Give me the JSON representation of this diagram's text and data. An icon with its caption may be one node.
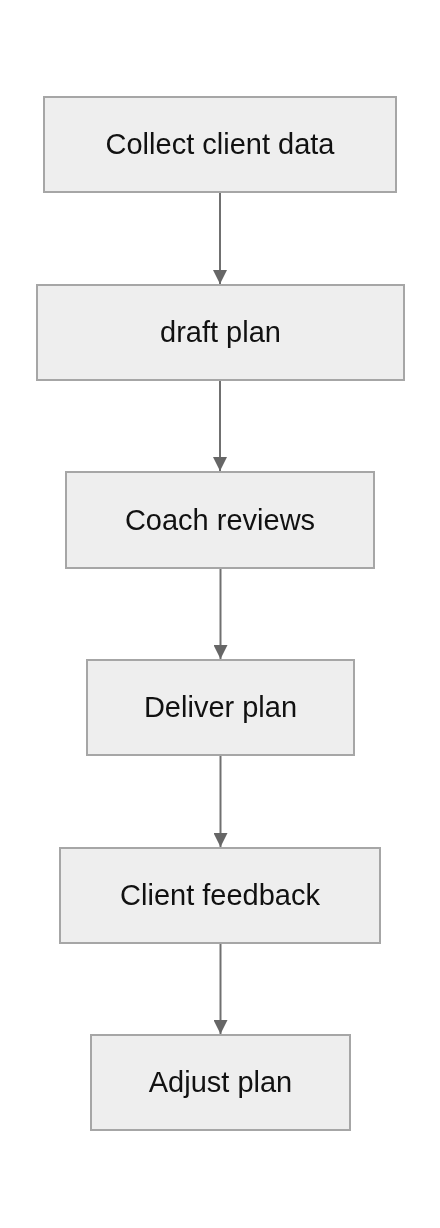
{
  "diagram": {
    "nodes": [
      {
        "text": [
          "Collect client data"
        ]
      },
      {
        "text": [
          "draft plan"
        ]
      },
      {
        "text": [
          "Coach reviews"
        ]
      },
      {
        "text": [
          "Deliver plan"
        ]
      },
      {
        "text": [
          "Client feedback"
        ]
      },
      {
        "text": [
          "Adjust plan"
        ]
      }
    ],
    "edges": [
      {
        "from": 0,
        "to": 1,
        "arrow": "to"
      },
      {
        "from": 1,
        "to": 2,
        "arrow": "to"
      },
      {
        "from": 2,
        "to": 3,
        "arrow": "to"
      },
      {
        "from": 3,
        "to": 4,
        "arrow": "to"
      },
      {
        "from": 4,
        "to": 5,
        "arrow": "to"
      }
    ]
  }
}
